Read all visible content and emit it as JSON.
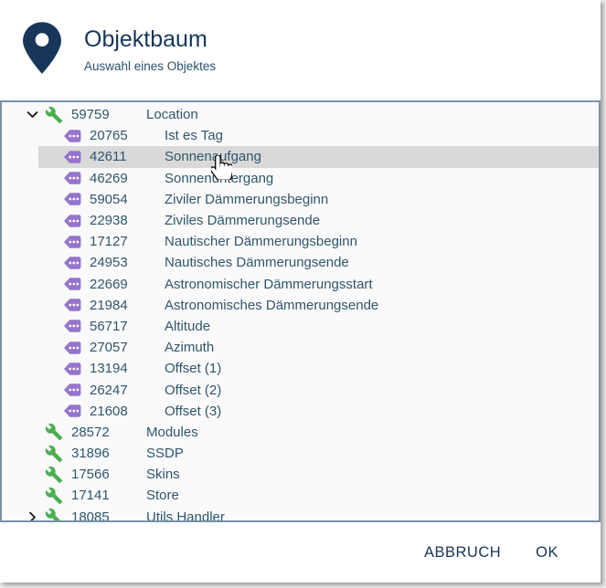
{
  "dialog": {
    "title": "Objektbaum",
    "subtitle": "Auswahl eines Objektes"
  },
  "tree": {
    "items": [
      {
        "id": "59759",
        "name": "Location",
        "level": 0,
        "icon": "wrench",
        "chevron": "down"
      },
      {
        "id": "20765",
        "name": "Ist es Tag",
        "level": 1,
        "icon": "tag",
        "chevron": "none"
      },
      {
        "id": "42611",
        "name": "Sonnenaufgang",
        "level": 1,
        "icon": "tag",
        "chevron": "none",
        "selected": true
      },
      {
        "id": "46269",
        "name": "Sonnenuntergang",
        "level": 1,
        "icon": "tag",
        "chevron": "none"
      },
      {
        "id": "59054",
        "name": "Ziviler Dämmerungsbeginn",
        "level": 1,
        "icon": "tag",
        "chevron": "none"
      },
      {
        "id": "22938",
        "name": "Ziviles Dämmerungsende",
        "level": 1,
        "icon": "tag",
        "chevron": "none"
      },
      {
        "id": "17127",
        "name": "Nautischer Dämmerungsbeginn",
        "level": 1,
        "icon": "tag",
        "chevron": "none"
      },
      {
        "id": "24953",
        "name": "Nautisches Dämmerungsende",
        "level": 1,
        "icon": "tag",
        "chevron": "none"
      },
      {
        "id": "22669",
        "name": "Astronomischer Dämmerungsstart",
        "level": 1,
        "icon": "tag",
        "chevron": "none"
      },
      {
        "id": "21984",
        "name": "Astronomisches Dämmerungsende",
        "level": 1,
        "icon": "tag",
        "chevron": "none"
      },
      {
        "id": "56717",
        "name": "Altitude",
        "level": 1,
        "icon": "tag",
        "chevron": "none"
      },
      {
        "id": "27057",
        "name": "Azimuth",
        "level": 1,
        "icon": "tag",
        "chevron": "none"
      },
      {
        "id": "13194",
        "name": "Offset (1)",
        "level": 1,
        "icon": "tag",
        "chevron": "none"
      },
      {
        "id": "26247",
        "name": "Offset (2)",
        "level": 1,
        "icon": "tag",
        "chevron": "none"
      },
      {
        "id": "21608",
        "name": "Offset (3)",
        "level": 1,
        "icon": "tag",
        "chevron": "none"
      },
      {
        "id": "28572",
        "name": "Modules",
        "level": 0,
        "icon": "wrench",
        "chevron": "none"
      },
      {
        "id": "31896",
        "name": "SSDP",
        "level": 0,
        "icon": "wrench",
        "chevron": "none"
      },
      {
        "id": "17566",
        "name": "Skins",
        "level": 0,
        "icon": "wrench",
        "chevron": "none"
      },
      {
        "id": "17141",
        "name": "Store",
        "level": 0,
        "icon": "wrench",
        "chevron": "none"
      },
      {
        "id": "18085",
        "name": "Utils Handler",
        "level": 0,
        "icon": "wrench",
        "chevron": "right"
      }
    ]
  },
  "footer": {
    "cancel_label": "ABBRUCH",
    "ok_label": "OK"
  },
  "colors": {
    "title_text": "#17365a",
    "tree_text": "#2f566c",
    "tree_border": "#7b91a6",
    "tree_background": "#fafafa",
    "selected_row": "#d9d9d9",
    "wrench_green": "#4caf50",
    "tag_purple": "#9575cd"
  }
}
